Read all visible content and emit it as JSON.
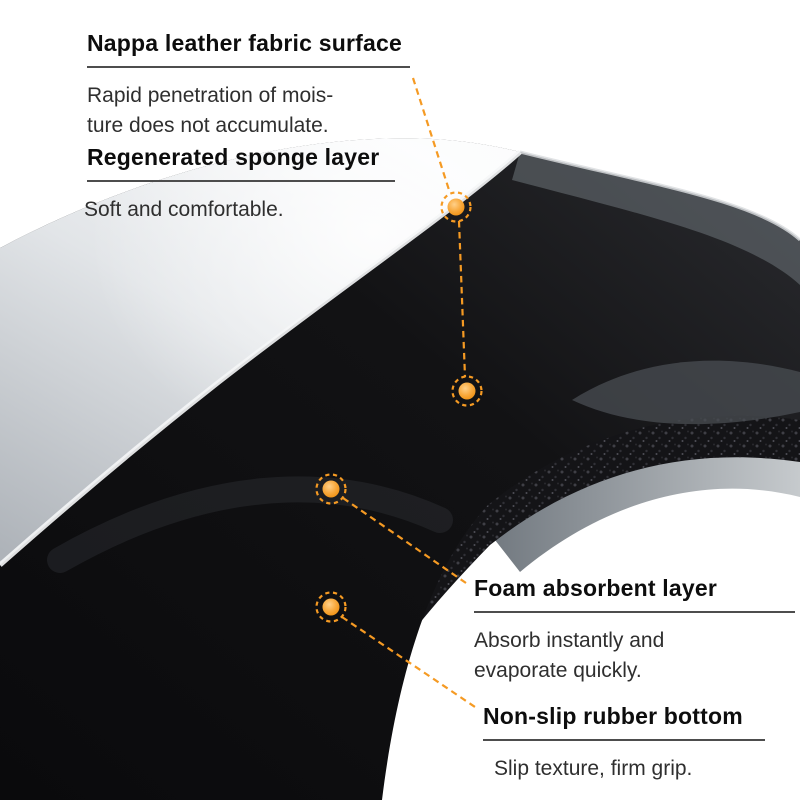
{
  "meta": {
    "kind": "product-layer-infographic"
  },
  "colors": {
    "accent_orange": "#F59A23",
    "heading_text": "#0d0d0d",
    "body_text": "#2f2f2f",
    "underline": "#4d4d4d",
    "background": "#ffffff"
  },
  "annotations": [
    {
      "id": "fabric-surface",
      "title": "Nappa leather fabric surface",
      "desc_lines": [
        "Rapid penetration of mois-",
        "ture does not accumulate."
      ]
    },
    {
      "id": "sponge-layer",
      "title": "Regenerated sponge layer",
      "desc_lines": [
        "Soft and comfortable."
      ]
    },
    {
      "id": "foam-layer",
      "title": "Foam absorbent layer",
      "desc_lines": [
        "Absorb instantly and",
        "evaporate quickly."
      ]
    },
    {
      "id": "rubber-bottom",
      "title": "Non-slip rubber bottom",
      "desc_lines": [
        "Slip texture, firm grip."
      ]
    }
  ],
  "markers": [
    {
      "id": "marker-fabric",
      "layer": "Nappa leather fabric surface"
    },
    {
      "id": "marker-sponge",
      "layer": "Regenerated sponge layer"
    },
    {
      "id": "marker-foam",
      "layer": "Foam absorbent layer"
    },
    {
      "id": "marker-rubber",
      "layer": "Non-slip rubber bottom"
    }
  ]
}
